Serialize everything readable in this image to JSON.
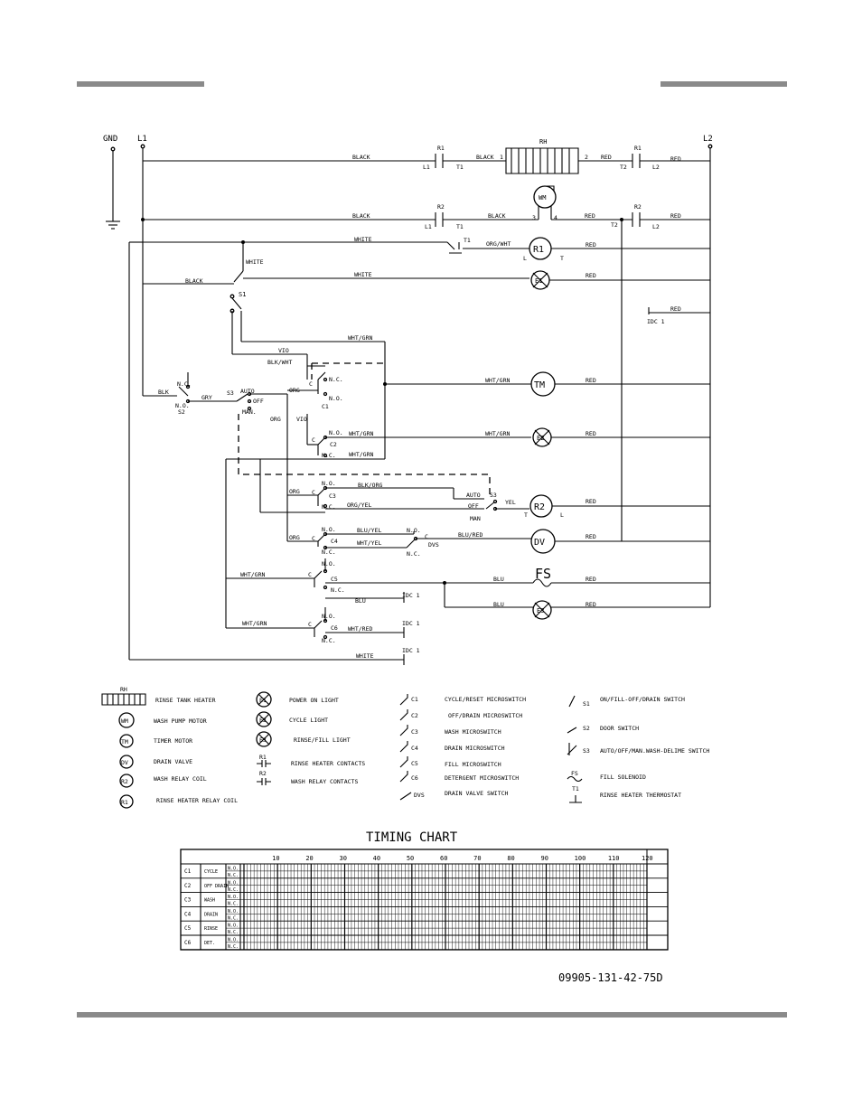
{
  "header": {
    "accent": "#8a8a8a"
  },
  "nodes": {
    "gnd": "GND",
    "l1": "L1",
    "l2": "L2"
  },
  "wires": {
    "black": "BLACK",
    "red": "RED",
    "white": "WHITE",
    "wht_grn": "WHT/GRN",
    "vio": "VIO",
    "blk_wht": "BLK/WHT",
    "blk": "BLK",
    "gry": "GRY",
    "org": "ORG",
    "org_wht": "ORG/WHT",
    "blk_org": "BLK/ORG",
    "org_yel": "ORG/YEL",
    "yel": "YEL",
    "blu_yel": "BLU/YEL",
    "wht_yel": "WHT/YEL",
    "blu_red": "BLU/RED",
    "blu": "BLU",
    "wht_red": "WHT/RED"
  },
  "terminals": {
    "r1": "R1",
    "r2": "R2",
    "rh": "RH",
    "t1": "T1",
    "t2": "T2",
    "l1": "L1",
    "l2": "L2",
    "n1": "1",
    "n2": "2",
    "n3": "3",
    "n4": "4",
    "l": "L",
    "t": "T",
    "no": "N.O.",
    "nc": "N.C.",
    "c": "C",
    "c1": "C1",
    "c2": "C2",
    "c3": "C3",
    "c4": "C4",
    "c5": "C5",
    "c6": "C6",
    "s1": "S1",
    "s2": "S2",
    "s3": "S3",
    "auto": "AUTO",
    "off": "OFF",
    "man": "MAN",
    "manl": "MAN.",
    "dvs": "DVS",
    "idc1": "IDC 1"
  },
  "components": {
    "wm": "WM",
    "r1": "R1",
    "e1": "E1",
    "tm": "TM",
    "e2": "E2",
    "r2": "R2",
    "dv": "DV",
    "fs": "FS",
    "e3": "E3"
  },
  "legend": {
    "rh": "RH",
    "rinse_tank_heater": "RINSE TANK HEATER",
    "wash_pump_motor": "WASH PUMP MOTOR",
    "timer_motor": "TIMER MOTOR",
    "drain_valve": "DRAIN VALVE",
    "wash_relay_coil": "WASH RELAY COIL",
    "rinse_heater_relay_coil": "RINSE HEATER RELAY COIL",
    "power_on_light": "POWER ON LIGHT",
    "cycle_light": "CYCLE LIGHT",
    "rinse_fill_light": "RINSE/FILL LIGHT",
    "rinse_heater_contacts": "RINSE HEATER CONTACTS",
    "wash_relay_contacts": "WASH RELAY CONTACTS",
    "cycle_reset": "CYCLE/RESET MICROSWITCH",
    "off_drain": "OFF/DRAIN MICROSWITCH",
    "wash_micro": "WASH MICROSWITCH",
    "drain_micro": "DRAIN MICROSWITCH",
    "fill_micro": "FILL MICROSWITCH",
    "detergent_micro": "DETERGENT MICROSWITCH",
    "drain_valve_switch": "DRAIN VALVE SWITCH",
    "on_fill_off": "ON/FILL-OFF/DRAIN SWITCH",
    "door_switch": "DOOR SWITCH",
    "auto_off_man": "AUTO/OFF/MAN.WASH-DELIME SWITCH",
    "fill_solenoid": "FILL SOLENOID",
    "rinse_thermostat": "RINSE HEATER THERMOSTAT",
    "fs": "FS",
    "t1": "T1"
  },
  "timing_chart": {
    "title": "TIMING CHART",
    "ticks": [
      "10",
      "20",
      "30",
      "40",
      "50",
      "60",
      "70",
      "80",
      "90",
      "100",
      "110",
      "120"
    ],
    "rows": [
      {
        "code": "C1",
        "name": "CYCLE"
      },
      {
        "code": "C2",
        "name": "OFF DRAIN"
      },
      {
        "code": "C3",
        "name": "WASH"
      },
      {
        "code": "C4",
        "name": "DRAIN"
      },
      {
        "code": "C5",
        "name": "RINSE"
      },
      {
        "code": "C6",
        "name": "DET."
      }
    ],
    "no": "N.O.",
    "nc": "N.C."
  },
  "drawing_number": "09905-131-42-75D"
}
